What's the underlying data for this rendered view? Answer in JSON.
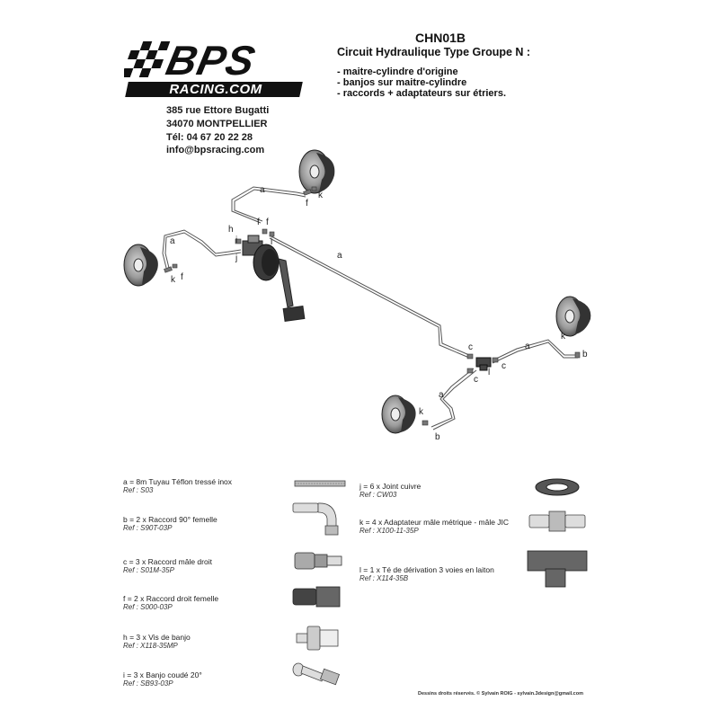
{
  "header": {
    "logo_text": "BPS",
    "logo_sub": "RACING.COM",
    "address": [
      "385 rue Ettore Bugatti",
      "34070 MONTPELLIER",
      "Tél: 04 67 20 22 28",
      "info@bpsracing.com"
    ]
  },
  "title": {
    "code": "CHN01B",
    "main": "Circuit Hydraulique Type Groupe N :",
    "bullets": [
      "- maitre-cylindre d'origine",
      "- banjos sur maitre-cylindre",
      "- raccords + adaptateurs sur étriers."
    ]
  },
  "diagram_labels": {
    "a": "a",
    "b": "b",
    "c": "c",
    "f": "f",
    "h": "h",
    "i": "i",
    "j": "j",
    "k": "k",
    "l": "l"
  },
  "parts": [
    {
      "name": "a = 8m Tuyau Téflon tressé inox",
      "ref": "Ref : S03"
    },
    {
      "name": "b = 2 x Raccord 90° femelle",
      "ref": "Ref : S90T-03P"
    },
    {
      "name": "c = 3 x Raccord mâle droit",
      "ref": "Ref : S01M-35P"
    },
    {
      "name": "f = 2 x Raccord droit femelle",
      "ref": "Ref : S000-03P"
    },
    {
      "name": "h = 3 x Vis de banjo",
      "ref": "Ref : X118-35MP"
    },
    {
      "name": "i = 3 x Banjo coudé 20°",
      "ref": "Ref : SB93-03P"
    },
    {
      "name": "j = 6 x Joint cuivre",
      "ref": "Ref : CW03"
    },
    {
      "name": "k = 4 x Adaptateur mâle métrique - mâle JIC",
      "ref": "Ref : X100-11-35P"
    },
    {
      "name": "l = 1 x Té de dérivation 3 voies en laiton",
      "ref": "Ref : X114-35B"
    }
  ],
  "credits": "Dessins droits réservés. © Sylvain ROIG - sylvain.3design@gmail.com"
}
